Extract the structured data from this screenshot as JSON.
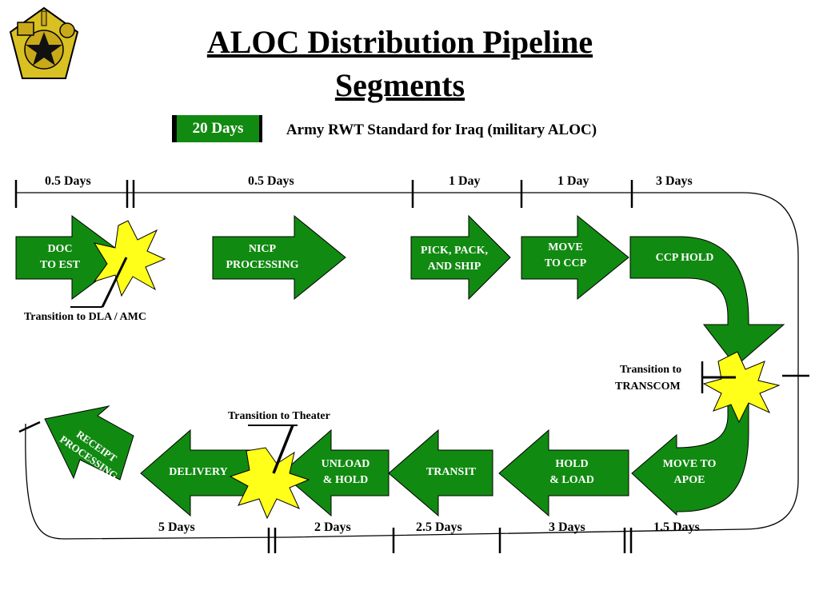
{
  "title": {
    "line1": "ALOC Distribution Pipeline",
    "line2": "Segments"
  },
  "badge": "20 Days",
  "standard": "Army RWT Standard for Iraq (military ALOC)",
  "top_days": [
    "0.5 Days",
    "0.5 Days",
    "1 Day",
    "1 Day",
    "3 Days"
  ],
  "bottom_days": [
    "5 Days",
    "2 Days",
    "2.5 Days",
    "3 Days",
    "1.5 Days"
  ],
  "segments": {
    "doc": "DOC\nTO EST",
    "nicp": "NICP\nPROCESSING",
    "pick": "PICK, PACK,\nAND SHIP",
    "move_ccp": "MOVE\nTO CCP",
    "ccp_hold": "CCP HOLD",
    "move_apoe": "MOVE TO\nAPOE",
    "hold_load": "HOLD\n& LOAD",
    "transit": "TRANSIT",
    "unload": "UNLOAD\n& HOLD",
    "delivery": "DELIVERY",
    "receipt": "RECEIPT\nPROCESSING"
  },
  "transitions": {
    "dla": "Transition to DLA / AMC",
    "transcom_line1": "Transition to",
    "transcom_line2": "TRANSCOM",
    "theater": "Transition to Theater"
  },
  "colors": {
    "arrow": "#118a11",
    "burst": "#ffff1a",
    "text": "#000000"
  },
  "icons": [
    "insignia-logo"
  ]
}
